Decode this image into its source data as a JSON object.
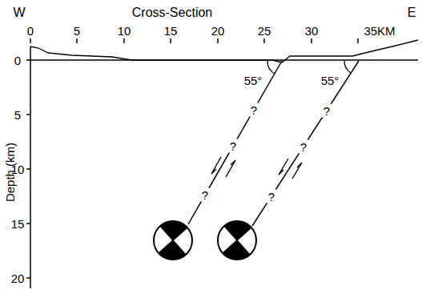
{
  "diagram": {
    "title": "Cross-Section",
    "labels": [
      "W",
      "E",
      "0",
      "5",
      "10",
      "15",
      "20",
      "25",
      "30",
      "35KM",
      "0",
      "5",
      "10",
      "15",
      "20",
      "Depth (km)",
      "55°",
      "55°",
      "?",
      "?",
      "?",
      "?",
      "?",
      "?"
    ]
  }
}
